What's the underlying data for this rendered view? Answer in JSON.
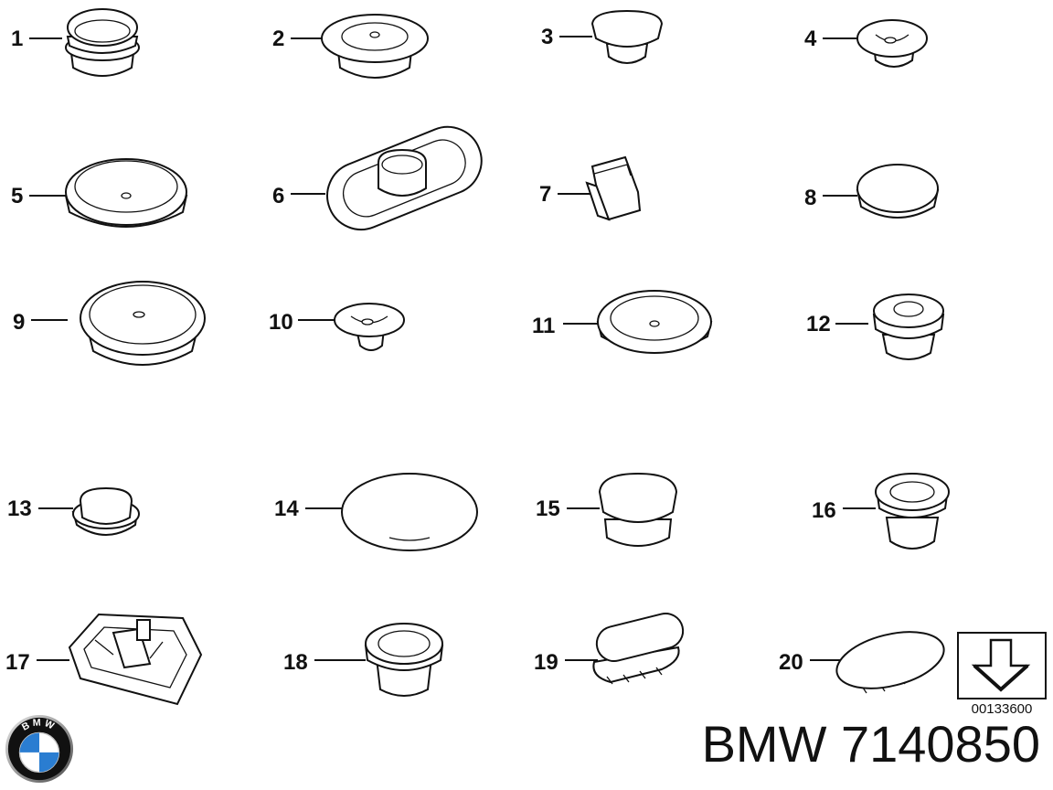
{
  "callouts": [
    "1",
    "2",
    "3",
    "4",
    "5",
    "6",
    "7",
    "8",
    "9",
    "10",
    "11",
    "12",
    "13",
    "14",
    "15",
    "16",
    "17",
    "18",
    "19",
    "20"
  ],
  "diagram_id": "00133600",
  "part_number": "BMW 7140850",
  "logo": {
    "icon": "bmw-roundel-icon",
    "letters": "BMW",
    "colors": {
      "blue": "#2a7dd1",
      "black": "#111111",
      "white": "#ffffff",
      "chrome": "#c8c8c8"
    }
  }
}
